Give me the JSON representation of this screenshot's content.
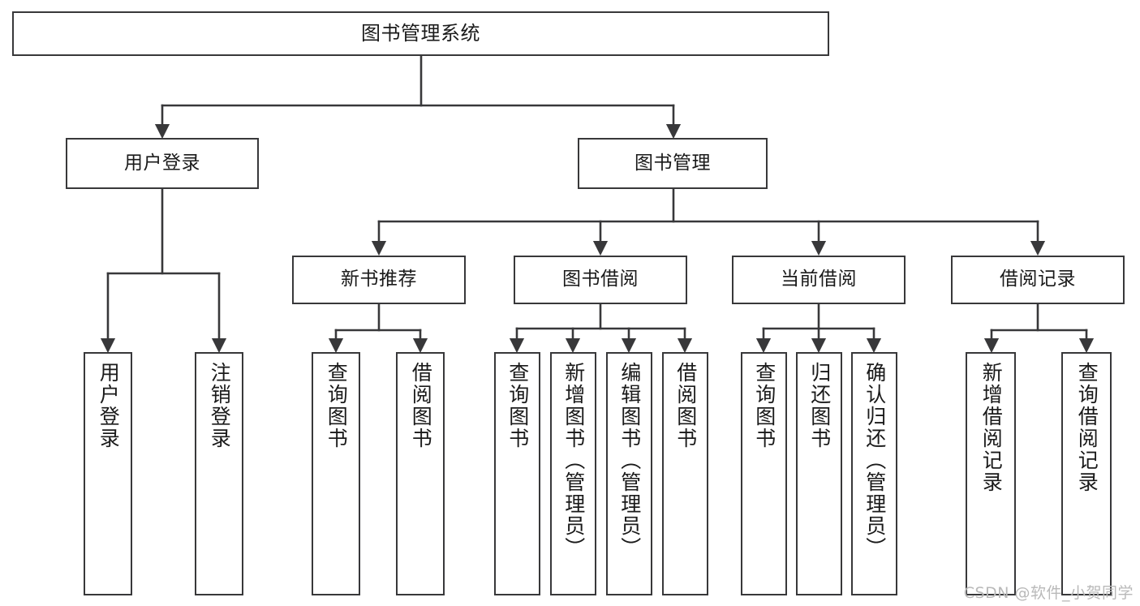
{
  "diagram": {
    "title": "图书管理系统",
    "type": "tree-hierarchy",
    "watermark": "CSDN @软件_小贺同学",
    "colors": {
      "background": "#ffffff",
      "box_border": "#38383a",
      "box_fill": "#ffffff",
      "edge": "#38383a",
      "text": "#1a1a1a",
      "watermark": "#b9b9b9"
    },
    "root": {
      "id": "root",
      "label": "图书管理系统"
    },
    "level2": [
      {
        "id": "user-login",
        "label": "用户登录"
      },
      {
        "id": "book-manage",
        "label": "图书管理"
      }
    ],
    "level3": [
      {
        "id": "new-book-rec",
        "label": "新书推荐",
        "parent": "book-manage"
      },
      {
        "id": "book-borrow",
        "label": "图书借阅",
        "parent": "book-manage"
      },
      {
        "id": "current-borrow",
        "label": "当前借阅",
        "parent": "book-manage"
      },
      {
        "id": "borrow-record",
        "label": "借阅记录",
        "parent": "book-manage"
      }
    ],
    "leaves": [
      {
        "id": "leaf-user-login",
        "label": "用户登录",
        "parent": "user-login"
      },
      {
        "id": "leaf-logout-login",
        "label": "注销登录",
        "parent": "user-login"
      },
      {
        "id": "leaf-query-book-1",
        "label": "查询图书",
        "parent": "new-book-rec"
      },
      {
        "id": "leaf-borrow-book-1",
        "label": "借阅图书",
        "parent": "new-book-rec"
      },
      {
        "id": "leaf-query-book-2",
        "label": "查询图书",
        "parent": "book-borrow"
      },
      {
        "id": "leaf-add-book",
        "label": "新增图书（管理员）",
        "parent": "book-borrow"
      },
      {
        "id": "leaf-edit-book",
        "label": "编辑图书（管理员）",
        "parent": "book-borrow"
      },
      {
        "id": "leaf-borrow-book-2",
        "label": "借阅图书",
        "parent": "book-borrow"
      },
      {
        "id": "leaf-query-book-3",
        "label": "查询图书",
        "parent": "current-borrow"
      },
      {
        "id": "leaf-return-book",
        "label": "归还图书",
        "parent": "current-borrow"
      },
      {
        "id": "leaf-confirm-return",
        "label": "确认归还（管理员）",
        "parent": "current-borrow"
      },
      {
        "id": "leaf-add-record",
        "label": "新增借阅记录",
        "parent": "borrow-record"
      },
      {
        "id": "leaf-query-record",
        "label": "查询借阅记录",
        "parent": "borrow-record"
      }
    ]
  }
}
